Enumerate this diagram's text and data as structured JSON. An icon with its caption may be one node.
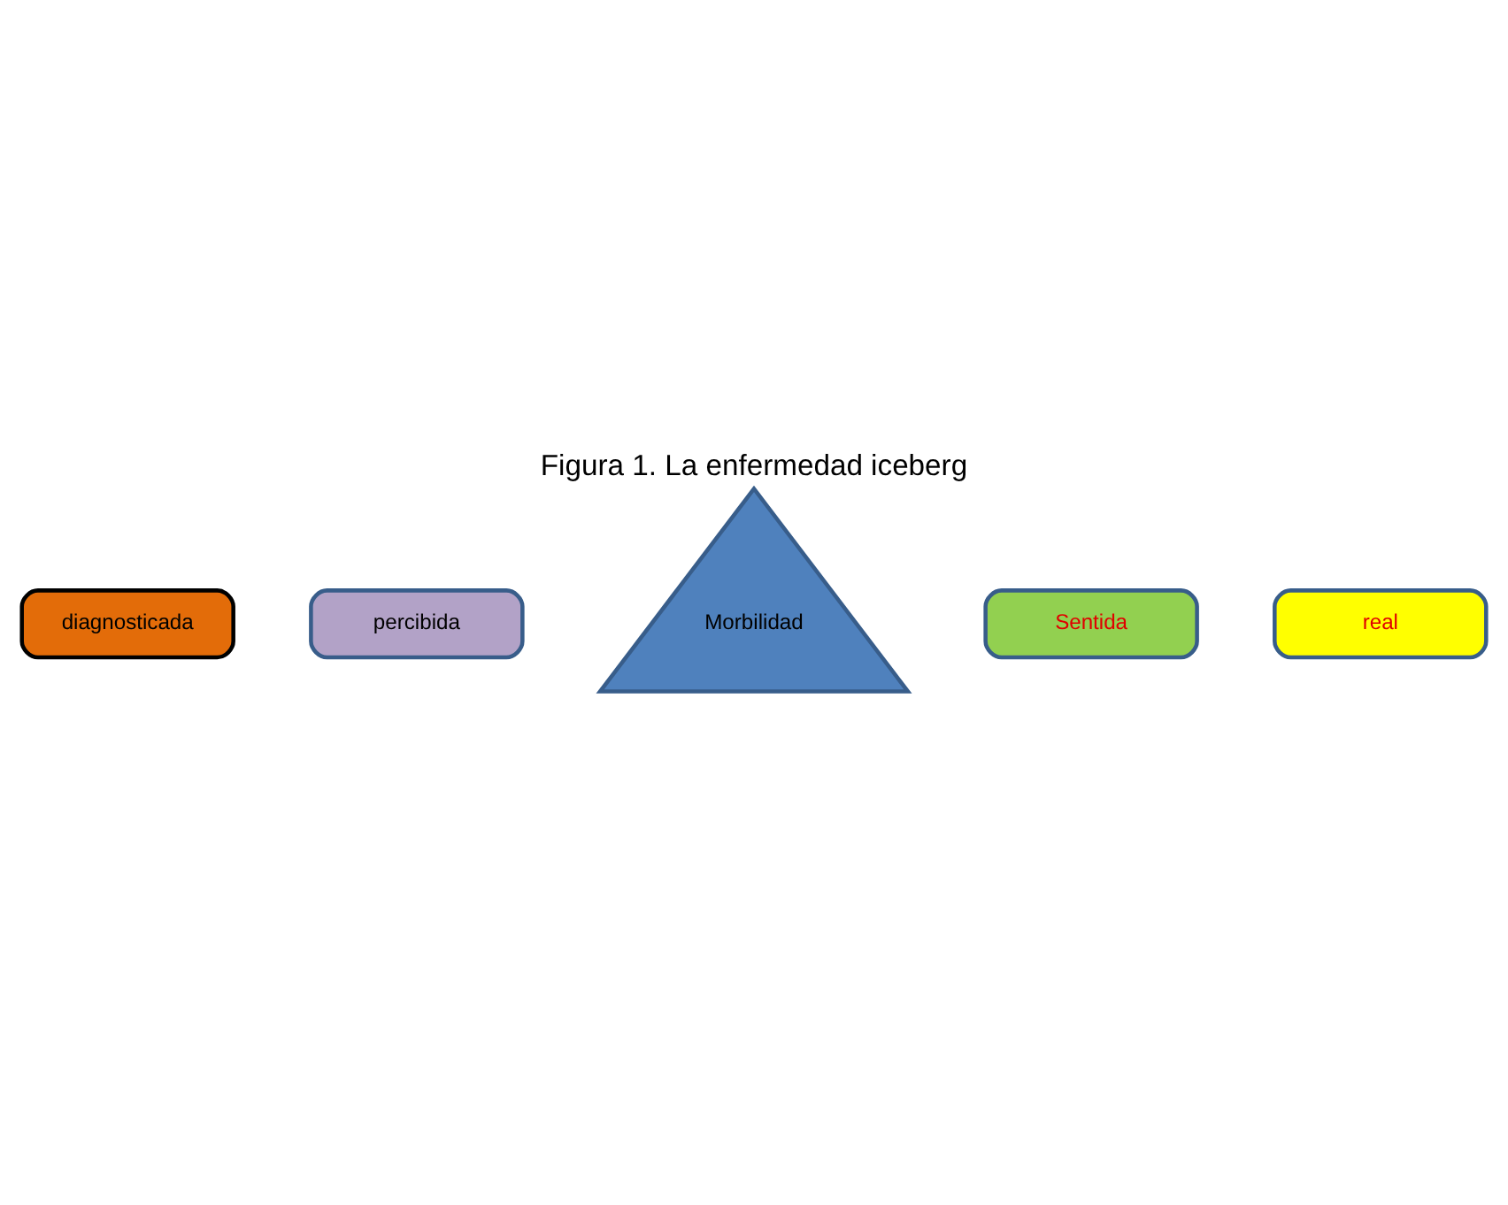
{
  "diagram": {
    "title": "Figura 1. La enfermedad iceberg",
    "nodes": [
      {
        "text": [
          "diagnosticada"
        ]
      },
      {
        "text": [
          "percibida"
        ]
      },
      {
        "text": [
          "Morbilidad"
        ]
      },
      {
        "text": [
          "Sentida"
        ]
      },
      {
        "text": [
          "real"
        ]
      }
    ]
  }
}
